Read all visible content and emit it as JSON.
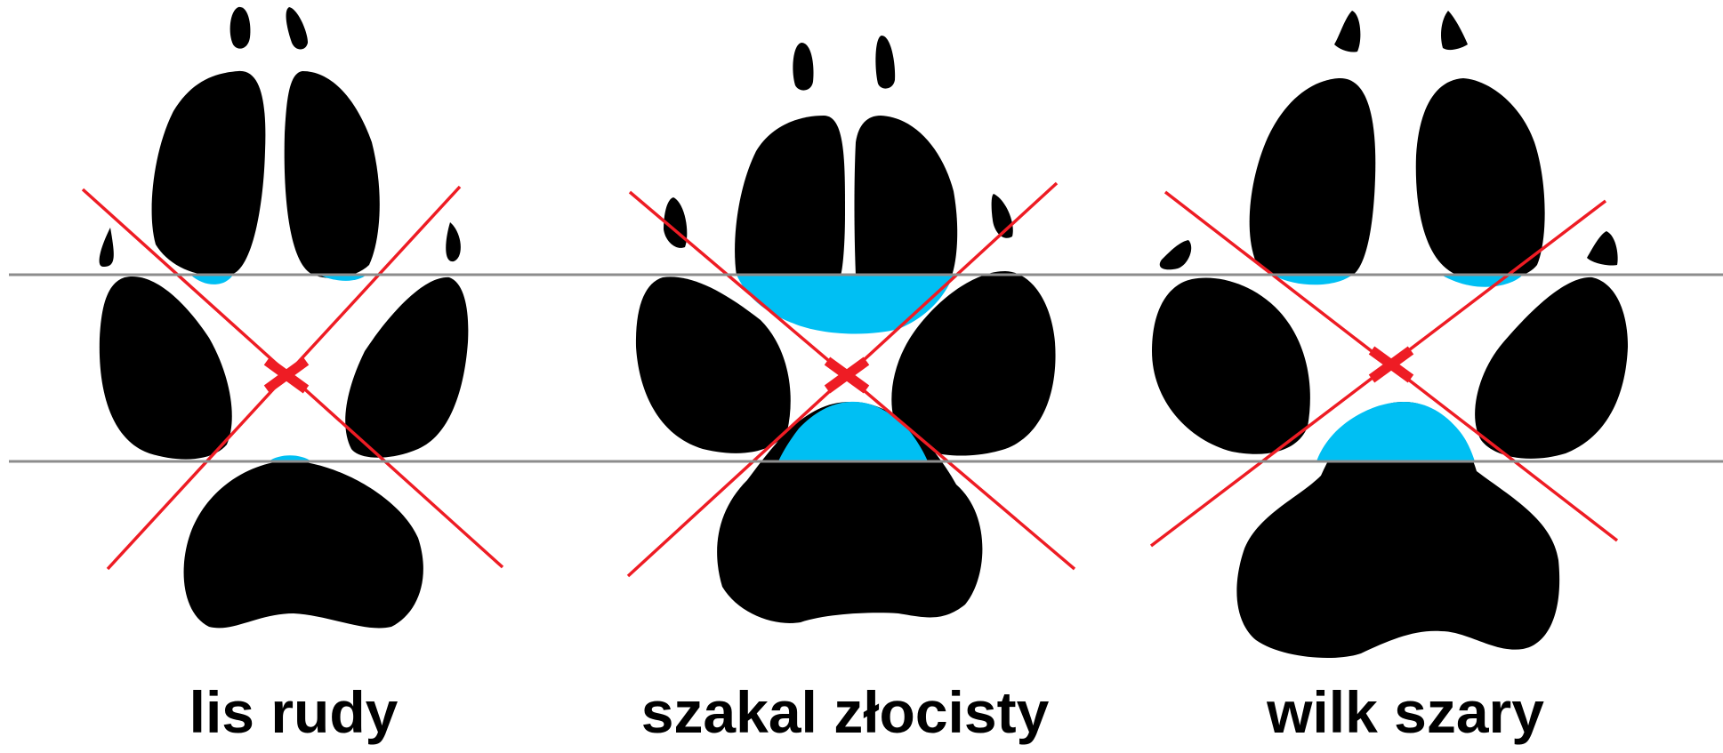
{
  "colors": {
    "pad": "#000000",
    "overlap_zone": "#00bff3",
    "cross": "#ee1c24",
    "reference_line": "#8c8c8c",
    "background": "#ffffff"
  },
  "species": [
    {
      "id": "fox",
      "label": "lis rudy"
    },
    {
      "id": "jackal",
      "label": "szakal złocisty"
    },
    {
      "id": "wolf",
      "label": "wilk szary"
    }
  ]
}
